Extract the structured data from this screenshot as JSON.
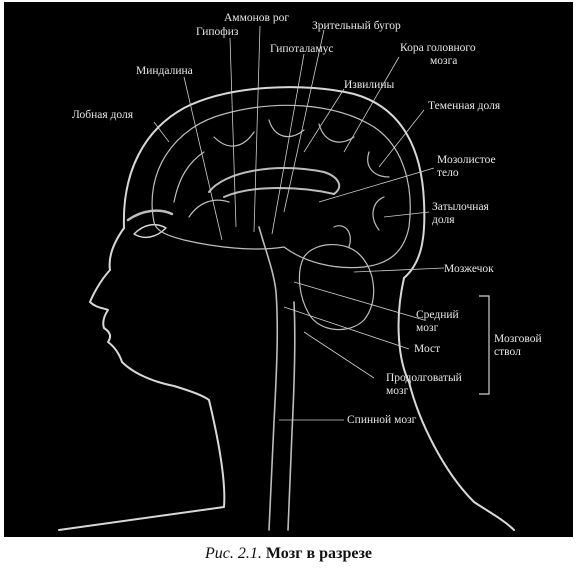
{
  "labels": {
    "ammonov_rog": "Аммонов рог",
    "gipofiz": "Гипофиз",
    "zritelny_bugor": "Зрительный бугор",
    "gipotalamus": "Гипоталамус",
    "kora_line1": "Кора головного",
    "kora_line2": "мозга",
    "mindalina": "Миндалина",
    "izviliny": "Извилины",
    "lobnaya_dolya": "Лобная доля",
    "temennaya_dolya": "Теменная доля",
    "mozolistoe_line1": "Мозолистое",
    "mozolistoe_line2": "тело",
    "zatylochnaya_line1": "Затылочная",
    "zatylochnaya_line2": "доля",
    "mozzhechok": "Мозжечок",
    "sredniy_line1": "Средний",
    "sredniy_line2": "мозг",
    "most": "Мост",
    "stvol_line1": "Мозговой",
    "stvol_line2": "ствол",
    "prodolg_line1": "Продолговатый",
    "prodolg_line2": "мозг",
    "spinnoy_mozg": "Спинной мозг"
  },
  "caption": {
    "figure_number": "Рис. 2.1.",
    "title": "Мозг в разрезе"
  },
  "colors": {
    "background": "#000000",
    "lines": "#d8d8d8",
    "caption_text": "#111111"
  }
}
